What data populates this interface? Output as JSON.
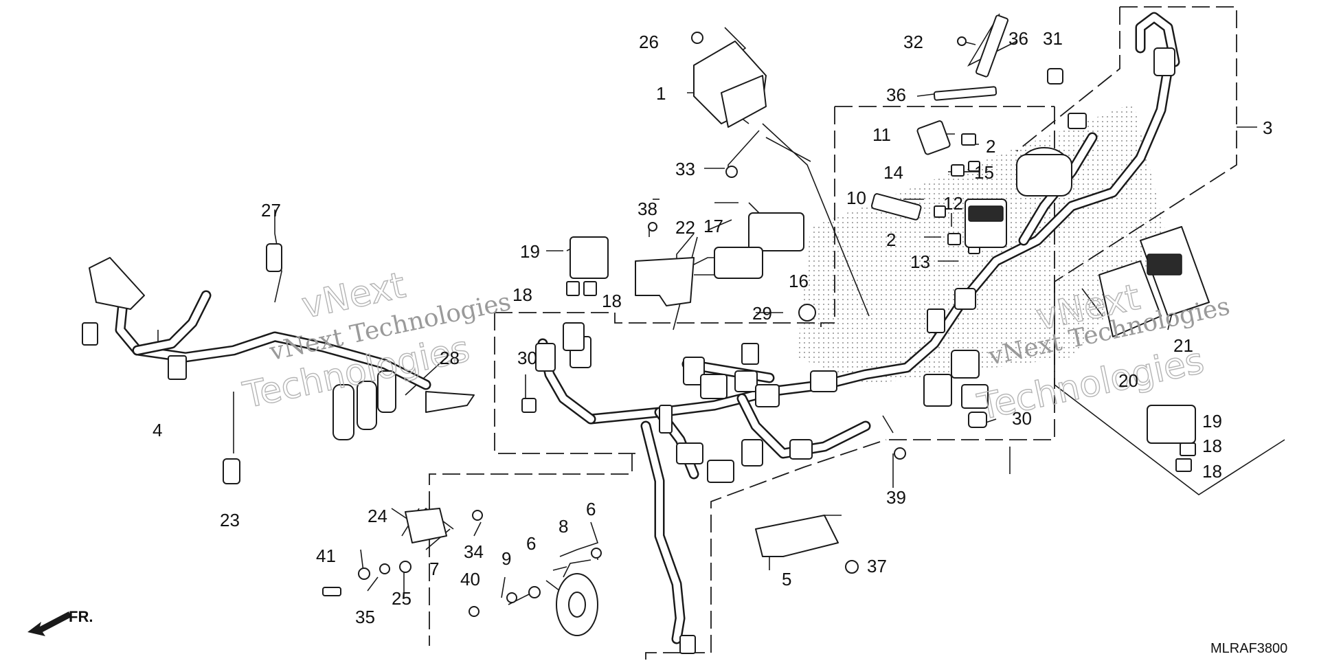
{
  "diagram": {
    "code": "MLRAF3800",
    "direction_label": "FR.",
    "watermarks": [
      {
        "line1": "vNext",
        "line2": "vNext Technologies",
        "line3": "Technologies"
      },
      {
        "line1": "vNext",
        "line2": "vNext Technologies",
        "line3": "Technologies"
      }
    ],
    "callouts": [
      "1",
      "2",
      "2",
      "3",
      "4",
      "5",
      "6",
      "6",
      "7",
      "8",
      "9",
      "10",
      "11",
      "12",
      "13",
      "14",
      "15",
      "16",
      "17",
      "18",
      "18",
      "18",
      "18",
      "19",
      "19",
      "20",
      "21",
      "22",
      "23",
      "24",
      "25",
      "26",
      "27",
      "28",
      "29",
      "30",
      "30",
      "31",
      "32",
      "33",
      "34",
      "35",
      "36",
      "36",
      "37",
      "38",
      "39",
      "40",
      "41"
    ]
  }
}
